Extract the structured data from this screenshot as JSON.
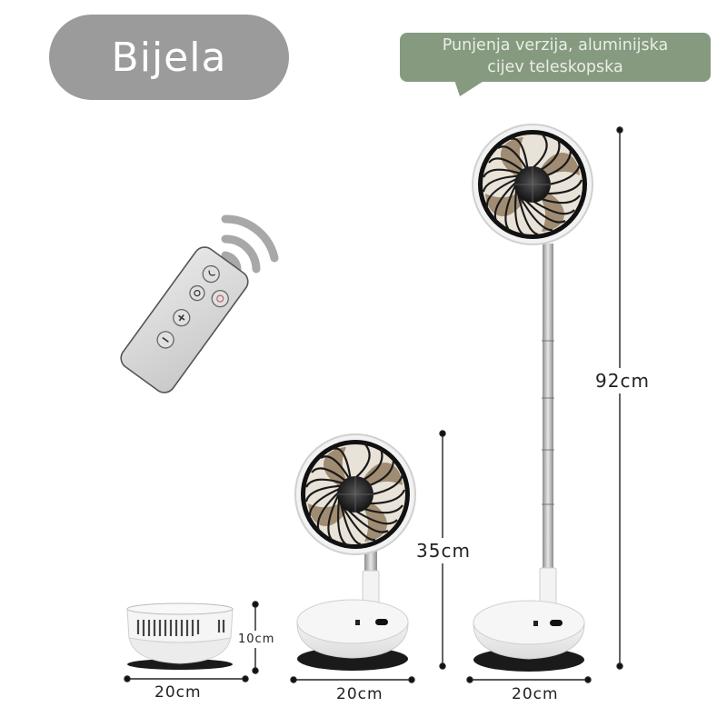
{
  "header": {
    "color_label": "Bijela",
    "callout": {
      "line1": "Punjenja verzija, aluminijska",
      "line2": "cijev teleskopska"
    }
  },
  "remote": {
    "buttons": [
      "swing-icon",
      "timer-icon",
      "power-icon",
      "plus-icon",
      "minus-icon"
    ],
    "signal": "wireless-signal-icon"
  },
  "products": [
    {
      "name": "folded-fan",
      "width_label": "20cm",
      "height_label": "10cm"
    },
    {
      "name": "desk-fan",
      "width_label": "20cm",
      "height_label": "35cm"
    },
    {
      "name": "floor-fan",
      "width_label": "20cm",
      "height_label": "92cm"
    }
  ],
  "colors": {
    "pill": "#9b9b9b",
    "callout": "#869a80",
    "blade": "#a08c72",
    "grille": "#1a1a1a"
  }
}
